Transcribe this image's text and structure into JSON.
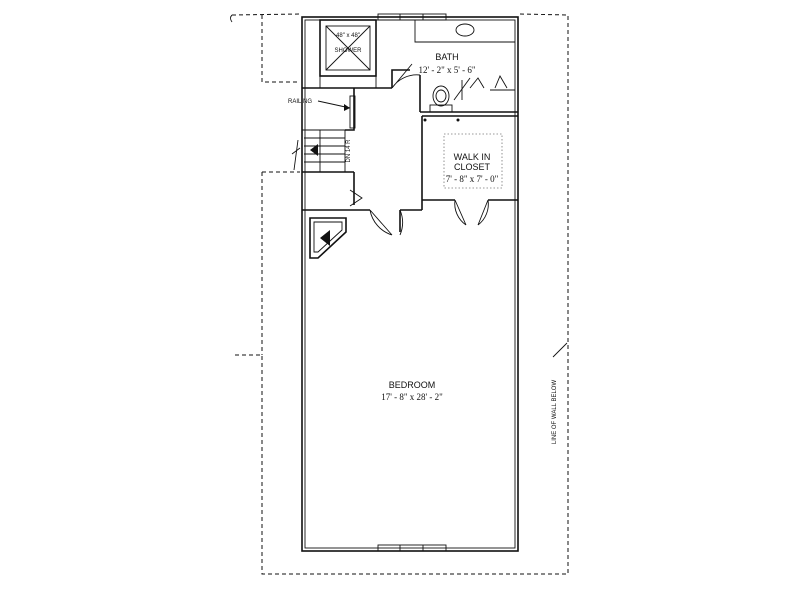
{
  "rooms": {
    "bath": {
      "name": "BATH",
      "size": "12' - 2\" x 5' - 6\""
    },
    "closet": {
      "name_line1": "WALK IN",
      "name_line2": "CLOSET",
      "size": "7' - 8\" x 7' - 0\""
    },
    "bedroom": {
      "name": "BEDROOM",
      "size": "17' - 8\" x 28' - 2\""
    }
  },
  "shower": {
    "size": "48\" x 48\"",
    "label": "SHOWER"
  },
  "labels": {
    "railing": "RAILING",
    "stair": "DN 14 R",
    "wall_below": "LINE OF WALL BELOW"
  }
}
